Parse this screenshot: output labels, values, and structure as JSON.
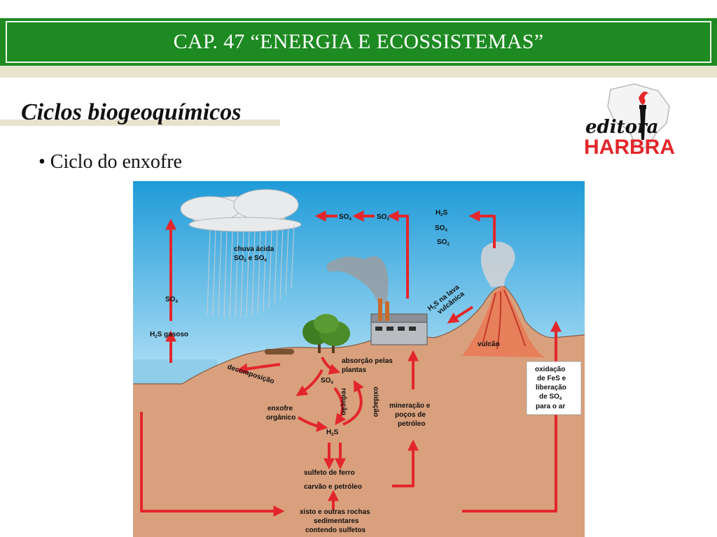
{
  "header": {
    "title": "CAP. 47 “ENERGIA E ECOSSISTEMAS”"
  },
  "slide": {
    "subtitle": "Ciclos biogeoquímicos",
    "bullet": "• Ciclo do enxofre"
  },
  "logo": {
    "script_text": "editora",
    "brand_text": "HARBRA"
  },
  "diagram": {
    "labels": {
      "so4_top": "SO",
      "so2_top": "SO",
      "h2s_top": "H",
      "so4_right": "SO",
      "so2_right": "SO",
      "acid_rain_1": "chuva ácida",
      "acid_rain_2a": "SO",
      "acid_rain_2b": " e SO",
      "so4_left": "SO",
      "h2s_gasoso_a": "H",
      "h2s_gasoso_b": "S gasoso",
      "lava_1a": "H",
      "lava_1b": "S na lava",
      "lava_2": "vulcânica",
      "vulcao": "vulcão",
      "absorcao_1": "absorção pelas",
      "absorcao_2": "plantas",
      "decomposicao": "decomposição",
      "so4_center": "SO",
      "reducao": "redução",
      "oxidacao": "oxidação",
      "enxofre_1": "enxofre",
      "enxofre_2": "orgânico",
      "h2s_center": "H",
      "mineracao_1": "mineração e",
      "mineracao_2": "poços de",
      "mineracao_3": "petróleo",
      "fes_1": "oxidação",
      "fes_2": "de FeS e",
      "fes_3": "liberação",
      "fes_4": "de SO",
      "fes_5": "para o ar",
      "sulfeto": "sulfeto de ferro",
      "carvao": "carvão e petróleo",
      "xisto_1": "xisto e outras rochas",
      "xisto_2": "sedimentares",
      "xisto_3": "contendo sulfetos",
      "sub2": "2",
      "sub4": "4"
    }
  },
  "colors": {
    "header_green": "#1d8a22",
    "band_beige": "#e8e3cd",
    "arrow_red": "#e3262b",
    "soil": "#d9a07d",
    "sky": "#2aa3dc"
  }
}
